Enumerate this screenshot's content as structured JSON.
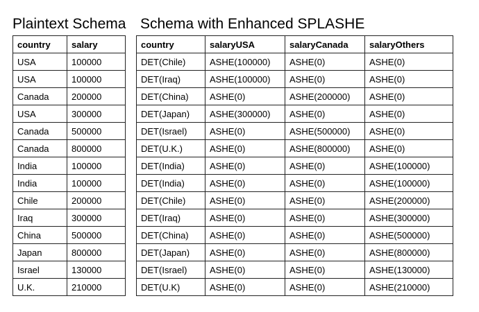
{
  "plaintext": {
    "title": "Plaintext Schema",
    "headers": [
      "country",
      "salary"
    ],
    "rows": [
      [
        "USA",
        "100000"
      ],
      [
        "USA",
        "100000"
      ],
      [
        "Canada",
        "200000"
      ],
      [
        "USA",
        "300000"
      ],
      [
        "Canada",
        "500000"
      ],
      [
        "Canada",
        "800000"
      ],
      [
        "India",
        "100000"
      ],
      [
        "India",
        "100000"
      ],
      [
        "Chile",
        "200000"
      ],
      [
        "Iraq",
        "300000"
      ],
      [
        "China",
        "500000"
      ],
      [
        "Japan",
        "800000"
      ],
      [
        "Israel",
        "130000"
      ],
      [
        "U.K.",
        "210000"
      ]
    ]
  },
  "enhanced": {
    "title": "Schema with Enhanced SPLASHE",
    "headers": [
      "country",
      "salaryUSA",
      "salaryCanada",
      "salaryOthers"
    ],
    "rows": [
      [
        "DET(Chile)",
        "ASHE(100000)",
        "ASHE(0)",
        "ASHE(0)"
      ],
      [
        "DET(Iraq)",
        "ASHE(100000)",
        "ASHE(0)",
        "ASHE(0)"
      ],
      [
        "DET(China)",
        "ASHE(0)",
        "ASHE(200000)",
        "ASHE(0)"
      ],
      [
        "DET(Japan)",
        "ASHE(300000)",
        "ASHE(0)",
        "ASHE(0)"
      ],
      [
        "DET(Israel)",
        "ASHE(0)",
        "ASHE(500000)",
        "ASHE(0)"
      ],
      [
        "DET(U.K.)",
        "ASHE(0)",
        "ASHE(800000)",
        "ASHE(0)"
      ],
      [
        "DET(India)",
        "ASHE(0)",
        "ASHE(0)",
        "ASHE(100000)"
      ],
      [
        "DET(India)",
        "ASHE(0)",
        "ASHE(0)",
        "ASHE(100000)"
      ],
      [
        "DET(Chile)",
        "ASHE(0)",
        "ASHE(0)",
        "ASHE(200000)"
      ],
      [
        "DET(Iraq)",
        "ASHE(0)",
        "ASHE(0)",
        "ASHE(300000)"
      ],
      [
        "DET(China)",
        "ASHE(0)",
        "ASHE(0)",
        "ASHE(500000)"
      ],
      [
        "DET(Japan)",
        "ASHE(0)",
        "ASHE(0)",
        "ASHE(800000)"
      ],
      [
        "DET(Israel)",
        "ASHE(0)",
        "ASHE(0)",
        "ASHE(130000)"
      ],
      [
        "DET(U.K)",
        "ASHE(0)",
        "ASHE(0)",
        "ASHE(210000)"
      ]
    ]
  }
}
